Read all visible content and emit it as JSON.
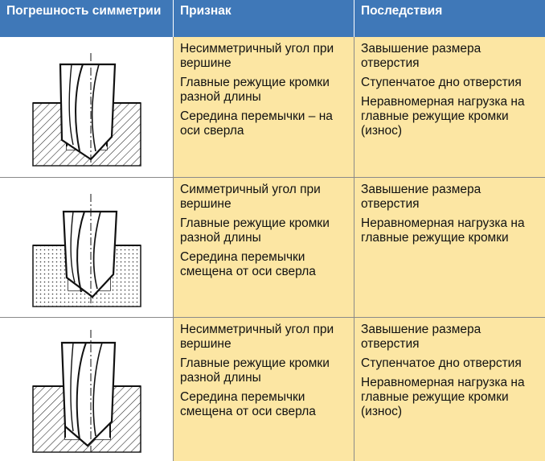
{
  "headers": {
    "col1": "Погрешность симметрии",
    "col2": "Признак",
    "col3": "Последствия"
  },
  "rows": [
    {
      "image": "drill-asymmetric-angle-icon",
      "signs": [
        "Несимметричный угол при вершине",
        "Главные режущие кромки разной длины",
        "Середина перемычки – на оси сверла"
      ],
      "consequences": [
        "Завышение размера отверстия",
        "Ступенчатое дно отверстия",
        "Неравномерная нагрузка на главные режущие кромки (износ)"
      ]
    },
    {
      "image": "drill-symmetric-angle-offset-icon",
      "signs": [
        "Симметричный угол при вершине",
        "Главные режущие кромки разной длины",
        "Середина перемычки смещена от оси сверла"
      ],
      "consequences": [
        "Завышение размера отверстия",
        "Неравномерная нагрузка на главные режущие кромки"
      ]
    },
    {
      "image": "drill-asymmetric-angle-offset-icon",
      "signs": [
        "Несимметричный угол при вершине",
        "Главные режущие кромки разной длины",
        "Середина перемычки смещена от оси сверла"
      ],
      "consequences": [
        "Завышение размера отверстия",
        "Ступенчатое дно отверстия",
        "Неравномерная нагрузка на главные режущие кромки (износ)"
      ]
    }
  ]
}
